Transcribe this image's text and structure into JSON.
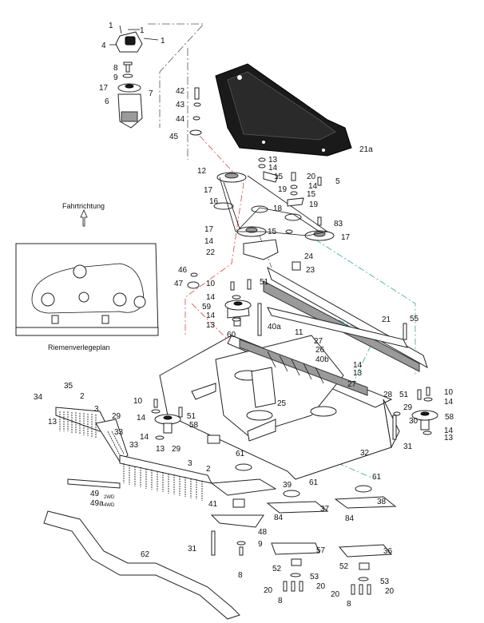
{
  "captions": {
    "direction": "Fahrtrichtung",
    "belt_plan": "Riemenverlegeplan"
  },
  "variants": {
    "v2wd": "2WD",
    "v4wd": "4WD"
  },
  "labels": [
    {
      "id": "l1a",
      "text": "1"
    },
    {
      "id": "l1b",
      "text": "1"
    },
    {
      "id": "l1c",
      "text": "1"
    },
    {
      "id": "l4",
      "text": "4"
    },
    {
      "id": "l8a",
      "text": "8"
    },
    {
      "id": "l9a",
      "text": "9"
    },
    {
      "id": "l17a",
      "text": "17"
    },
    {
      "id": "l7",
      "text": "7"
    },
    {
      "id": "l6",
      "text": "6"
    },
    {
      "id": "l42",
      "text": "42"
    },
    {
      "id": "l43",
      "text": "43"
    },
    {
      "id": "l44",
      "text": "44"
    },
    {
      "id": "l45",
      "text": "45"
    },
    {
      "id": "l21a",
      "text": "21a"
    },
    {
      "id": "l13a",
      "text": "13"
    },
    {
      "id": "l14a",
      "text": "14"
    },
    {
      "id": "l15a",
      "text": "15"
    },
    {
      "id": "l20a",
      "text": "20"
    },
    {
      "id": "l5",
      "text": "5"
    },
    {
      "id": "l12",
      "text": "12"
    },
    {
      "id": "l19a",
      "text": "19"
    },
    {
      "id": "l14b",
      "text": "14"
    },
    {
      "id": "l15b",
      "text": "15"
    },
    {
      "id": "l19b",
      "text": "19"
    },
    {
      "id": "l17b",
      "text": "17"
    },
    {
      "id": "l16",
      "text": "16"
    },
    {
      "id": "l18",
      "text": "18"
    },
    {
      "id": "l83",
      "text": "83"
    },
    {
      "id": "l17c",
      "text": "17"
    },
    {
      "id": "l15c",
      "text": "15"
    },
    {
      "id": "l17d",
      "text": "17"
    },
    {
      "id": "l14c",
      "text": "14"
    },
    {
      "id": "l22",
      "text": "22"
    },
    {
      "id": "l24",
      "text": "24"
    },
    {
      "id": "l23",
      "text": "23"
    },
    {
      "id": "l46",
      "text": "46"
    },
    {
      "id": "l47",
      "text": "47"
    },
    {
      "id": "l10a",
      "text": "10"
    },
    {
      "id": "l51a",
      "text": "51"
    },
    {
      "id": "l14d",
      "text": "14"
    },
    {
      "id": "l59",
      "text": "59"
    },
    {
      "id": "l14e",
      "text": "14"
    },
    {
      "id": "l13b",
      "text": "13"
    },
    {
      "id": "l40a",
      "text": "40a"
    },
    {
      "id": "l11",
      "text": "11"
    },
    {
      "id": "l21",
      "text": "21"
    },
    {
      "id": "l55",
      "text": "55"
    },
    {
      "id": "l60",
      "text": "60"
    },
    {
      "id": "l27a",
      "text": "27"
    },
    {
      "id": "l26",
      "text": "26"
    },
    {
      "id": "l40b",
      "text": "40b"
    },
    {
      "id": "l14f",
      "text": "14"
    },
    {
      "id": "l13c",
      "text": "13"
    },
    {
      "id": "l27b",
      "text": "27"
    },
    {
      "id": "l28",
      "text": "28"
    },
    {
      "id": "l51b",
      "text": "51"
    },
    {
      "id": "l10b",
      "text": "10"
    },
    {
      "id": "l14g",
      "text": "14"
    },
    {
      "id": "l29a",
      "text": "29"
    },
    {
      "id": "l58a",
      "text": "58"
    },
    {
      "id": "l14h",
      "text": "14"
    },
    {
      "id": "l13d",
      "text": "13"
    },
    {
      "id": "l30",
      "text": "30"
    },
    {
      "id": "l31a",
      "text": "31"
    },
    {
      "id": "l32",
      "text": "32"
    },
    {
      "id": "l35",
      "text": "35"
    },
    {
      "id": "l34",
      "text": "34"
    },
    {
      "id": "l13e",
      "text": "13"
    },
    {
      "id": "l2a",
      "text": "2"
    },
    {
      "id": "l3a",
      "text": "3"
    },
    {
      "id": "l29b",
      "text": "29"
    },
    {
      "id": "l33a",
      "text": "33"
    },
    {
      "id": "l10c",
      "text": "10"
    },
    {
      "id": "l14i",
      "text": "14"
    },
    {
      "id": "l51c",
      "text": "51"
    },
    {
      "id": "l58b",
      "text": "58"
    },
    {
      "id": "l14j",
      "text": "14"
    },
    {
      "id": "l13f",
      "text": "13"
    },
    {
      "id": "l29c",
      "text": "29"
    },
    {
      "id": "l33b",
      "text": "33"
    },
    {
      "id": "l3b",
      "text": "3"
    },
    {
      "id": "l2b",
      "text": "2"
    },
    {
      "id": "l25",
      "text": "25"
    },
    {
      "id": "l61a",
      "text": "61"
    },
    {
      "id": "l39",
      "text": "39"
    },
    {
      "id": "l41",
      "text": "41"
    },
    {
      "id": "l48",
      "text": "48"
    },
    {
      "id": "l9b",
      "text": "9"
    },
    {
      "id": "l8b",
      "text": "8"
    },
    {
      "id": "l31b",
      "text": "31"
    },
    {
      "id": "l49",
      "text": "49"
    },
    {
      "id": "l49a",
      "text": "49a"
    },
    {
      "id": "l62",
      "text": "62"
    },
    {
      "id": "l61b",
      "text": "61"
    },
    {
      "id": "l84a",
      "text": "84"
    },
    {
      "id": "l37",
      "text": "37"
    },
    {
      "id": "l57",
      "text": "57"
    },
    {
      "id": "l52a",
      "text": "52"
    },
    {
      "id": "l53a",
      "text": "53"
    },
    {
      "id": "l20b",
      "text": "20"
    },
    {
      "id": "l8c",
      "text": "8"
    },
    {
      "id": "l20c",
      "text": "20"
    },
    {
      "id": "l61c",
      "text": "61"
    },
    {
      "id": "l38",
      "text": "38"
    },
    {
      "id": "l84b",
      "text": "84"
    },
    {
      "id": "l36",
      "text": "36"
    },
    {
      "id": "l52b",
      "text": "52"
    },
    {
      "id": "l53b",
      "text": "53"
    },
    {
      "id": "l20d",
      "text": "20"
    },
    {
      "id": "l8d",
      "text": "8"
    },
    {
      "id": "l20e",
      "text": "20"
    }
  ]
}
